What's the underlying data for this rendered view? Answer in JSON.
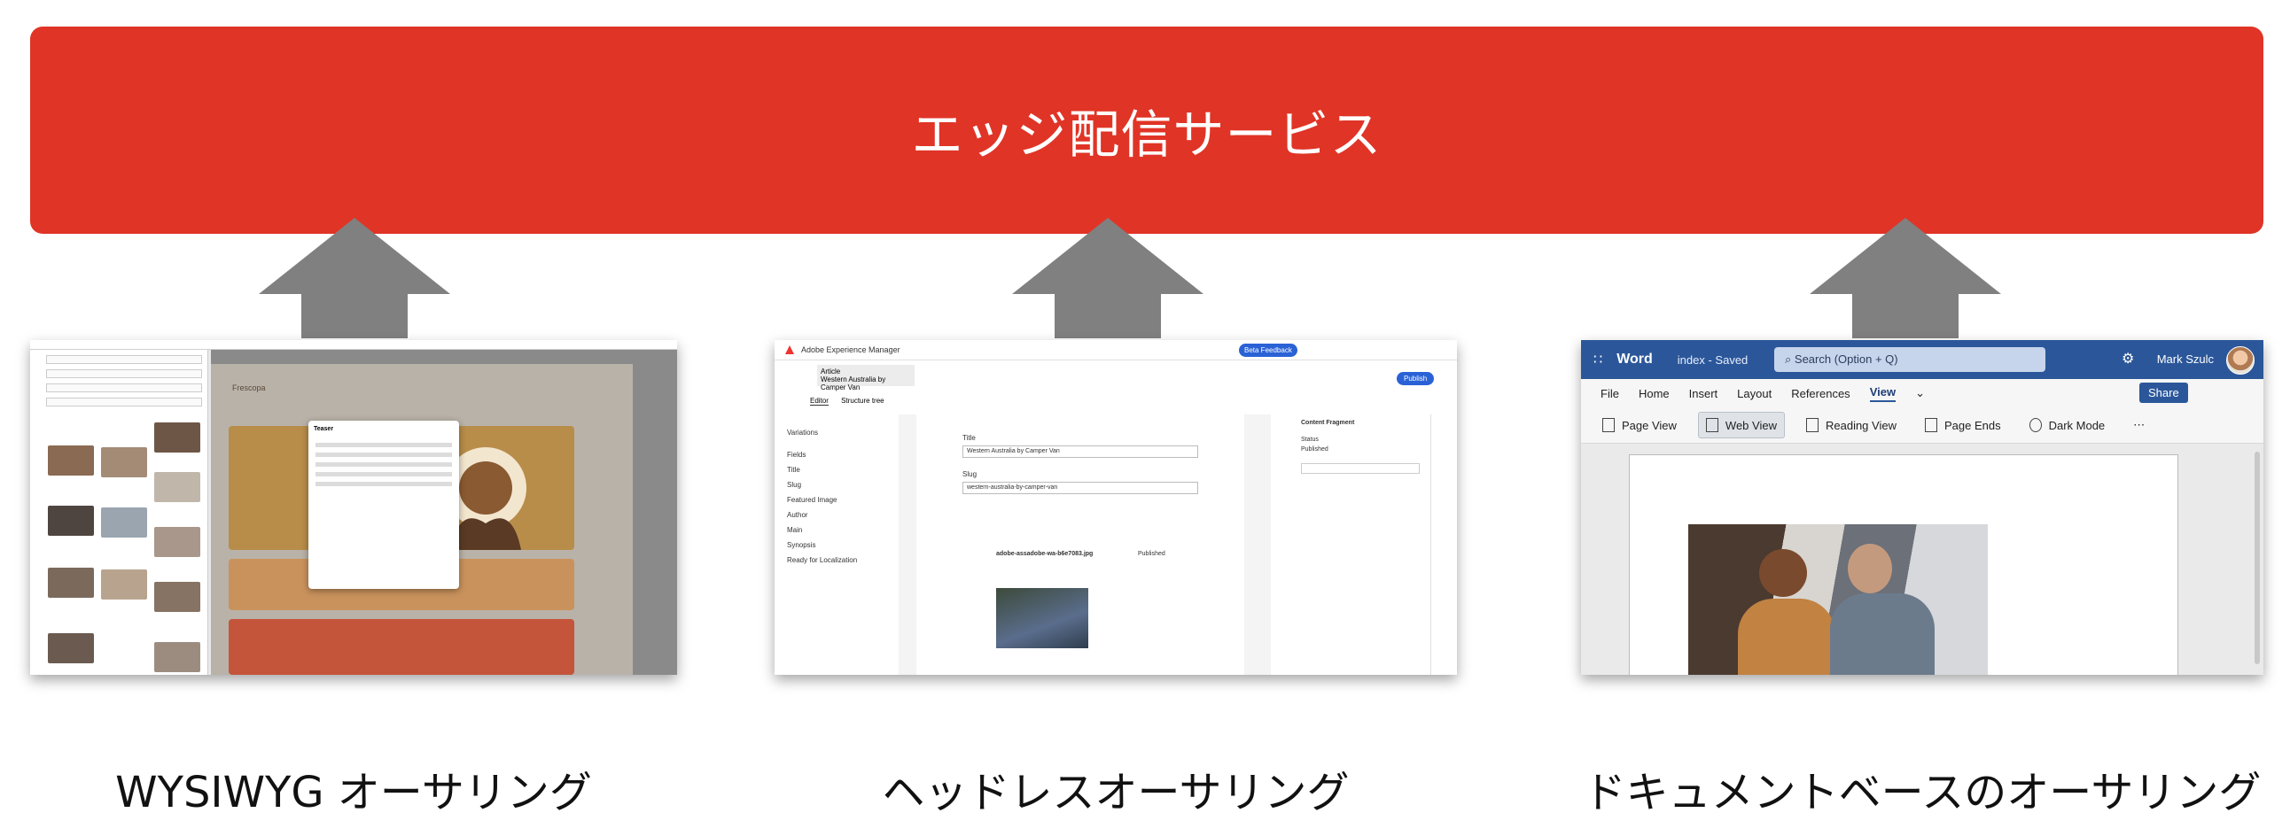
{
  "colors": {
    "banner": "#e03426",
    "arrow": "#808080"
  },
  "banner": {
    "title": "エッジ配信サービス"
  },
  "captions": {
    "wysiwyg": "WYSIWYG オーサリング",
    "headless": "ヘッドレスオーサリング",
    "document": "ドキュメントベースのオーサリング"
  },
  "wysiwyg_screen": {
    "site_name": "Frescopa",
    "dialog_title": "Teaser"
  },
  "headless_screen": {
    "app_title": "Adobe Experience Manager",
    "beta_label": "Beta Feedback",
    "publish_label": "Publish",
    "breadcrumb_type": "Article",
    "breadcrumb_title": "Western Australia by Camper Van",
    "tab_editor": "Editor",
    "tab_structure": "Structure tree",
    "left_sections": [
      "Variations",
      "Fields"
    ],
    "left_fields": [
      "Title",
      "Slug",
      "Featured Image",
      "Author",
      "Main",
      "Synopsis",
      "Ready for Localization"
    ],
    "title_label": "Title",
    "title_value": "Western Australia by Camper Van",
    "slug_label": "Slug",
    "slug_value": "western-australia-by-camper-van",
    "image_file": "adobe-assadobe-wa-b6e7083.jpg",
    "image_status": "Published",
    "panel_title": "Content Fragment",
    "status_label": "Status",
    "status_value": "Published"
  },
  "word_screen": {
    "app_name": "Word",
    "doc_name": "index - Saved",
    "search_placeholder": "Search (Option + Q)",
    "user_name": "Mark Szulc",
    "menu": [
      "File",
      "Home",
      "Insert",
      "Layout",
      "References",
      "View"
    ],
    "active_menu": "View",
    "share_label": "Share",
    "tools": [
      "Page View",
      "Web View",
      "Reading View",
      "Page Ends",
      "Dark Mode"
    ],
    "active_tool": "Web View",
    "icons": {
      "waffle": "app-launcher-icon",
      "search": "search-icon",
      "settings": "gear-icon",
      "more": "more-icon"
    }
  }
}
